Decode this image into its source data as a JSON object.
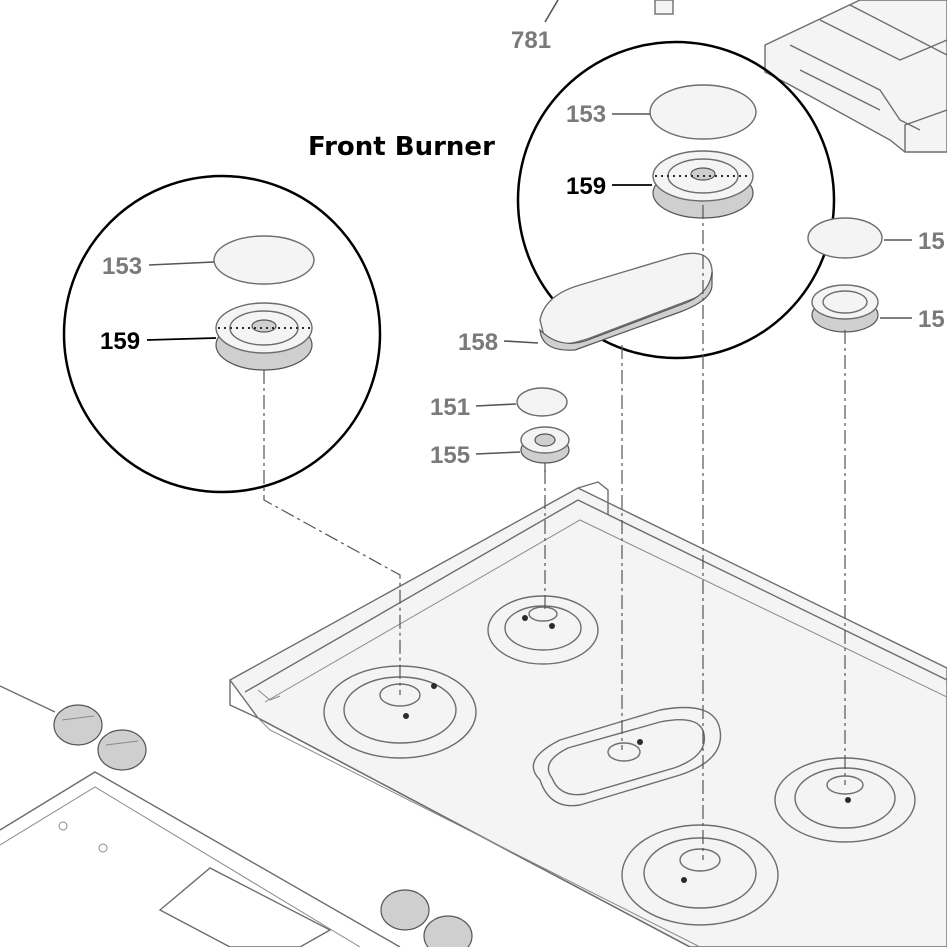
{
  "title": "Front Burner",
  "labels": {
    "l781": "781",
    "l153_top": "153",
    "l159_top": "159",
    "l153_left": "153",
    "l159_left": "159",
    "l15_a": "15",
    "l15_b": "15",
    "l158": "158",
    "l151": "151",
    "l155": "155"
  },
  "colors": {
    "line": "#6d6d6d",
    "callout_circle": "#000000",
    "grey_label": "#7a7a7a",
    "dark_label": "#000000"
  }
}
